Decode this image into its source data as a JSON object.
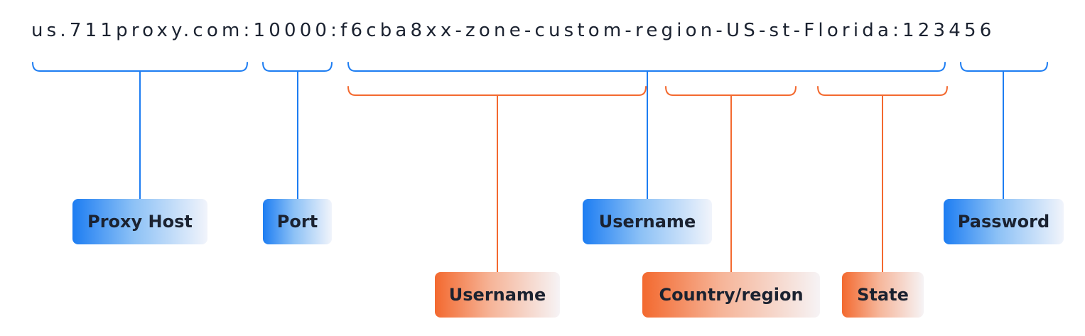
{
  "proxy_string": "us.711proxy.com:10000:f6cba8xx-zone-custom-region-US-st-Florida:123456",
  "colors": {
    "blue": "#1d7df2",
    "orange": "#f3692f",
    "text": "#1b2230"
  },
  "labels": {
    "proxy_host": "Proxy Host",
    "port": "Port",
    "username_full": "Username",
    "password": "Password",
    "username_part": "Username",
    "country_region": "Country/region",
    "state": "State"
  }
}
